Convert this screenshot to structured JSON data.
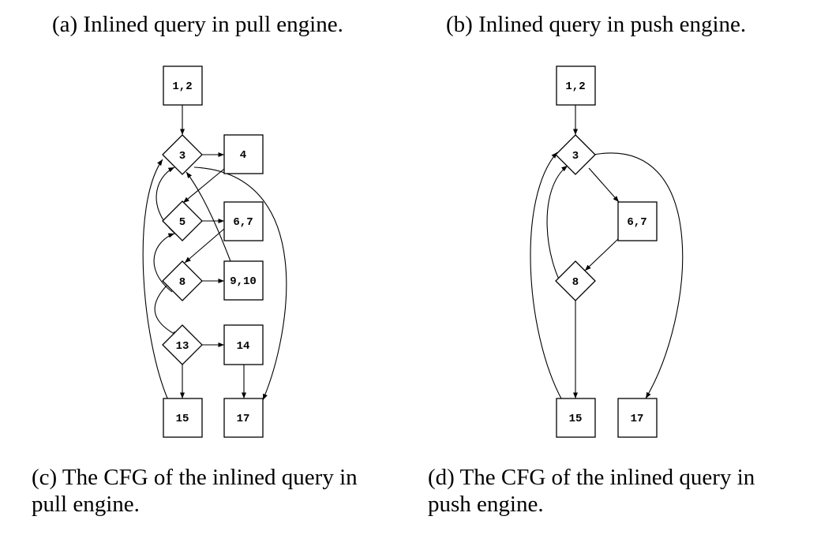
{
  "captions": {
    "a": "(a) Inlined query in pull engine.",
    "b": "(b) Inlined query in push engine.",
    "c_line1": "(c) The CFG of the inlined query in",
    "c_line2": "pull engine.",
    "d_line1": "(d) The CFG of the inlined query in",
    "d_line2": "push engine."
  },
  "pull_graph": {
    "nodes": {
      "n12": "1,2",
      "n3": "3",
      "n4": "4",
      "n5": "5",
      "n67": "6,7",
      "n8": "8",
      "n910": "9,10",
      "n13": "13",
      "n14": "14",
      "n15": "15",
      "n17": "17"
    }
  },
  "push_graph": {
    "nodes": {
      "n12": "1,2",
      "n3": "3",
      "n67": "6,7",
      "n8": "8",
      "n15": "15",
      "n17": "17"
    }
  }
}
